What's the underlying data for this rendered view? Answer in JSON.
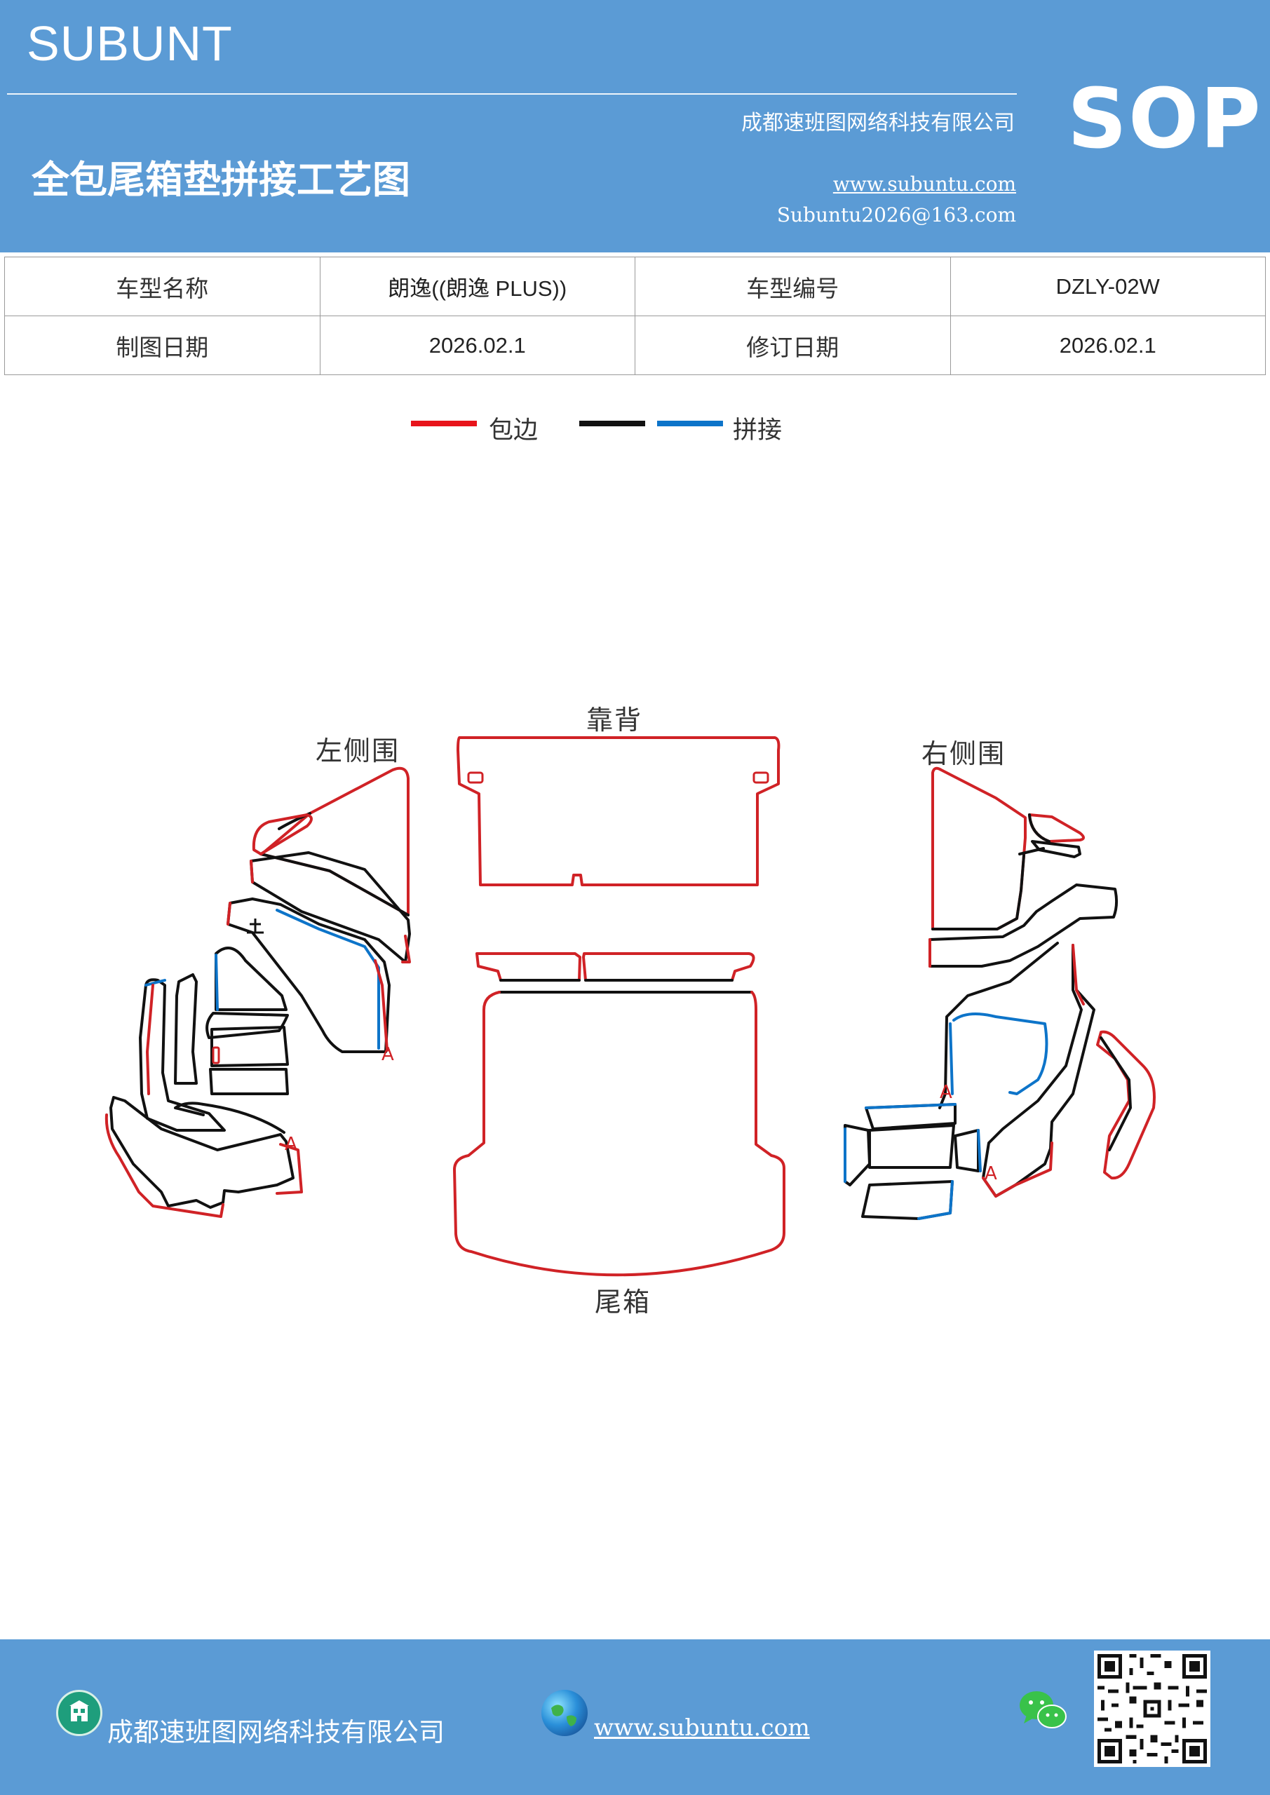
{
  "header": {
    "brand": "SUBUNT",
    "title": "全包尾箱垫拼接工艺图",
    "company": "成都速班图网络科技有限公司",
    "url": "www.subuntu.com",
    "email": "Subuntu2026@163.com",
    "badge": "SOP"
  },
  "info": {
    "model_name_label": "车型名称",
    "model_name": "朗逸((朗逸 PLUS))",
    "model_code_label": "车型编号",
    "model_code": "DZLY-02W",
    "draw_date_label": "制图日期",
    "draw_date": "2026.02.1",
    "revise_date_label": "修订日期",
    "revise_date": "2026.02.1"
  },
  "legend": {
    "red_label": "包边",
    "blue_label": "拼接",
    "colors": {
      "red": "#e8141b",
      "black": "#111111",
      "blue": "#0d74c9"
    }
  },
  "parts": {
    "backrest": "靠背",
    "left_side": "左侧围",
    "right_side": "右侧围",
    "trunk": "尾箱",
    "mark_a": "A"
  },
  "footer": {
    "company": "成都速班图网络科技有限公司",
    "url": "www.subuntu.com"
  },
  "icons": [
    "building-icon",
    "globe-icon",
    "wechat-icon",
    "qr-code"
  ]
}
